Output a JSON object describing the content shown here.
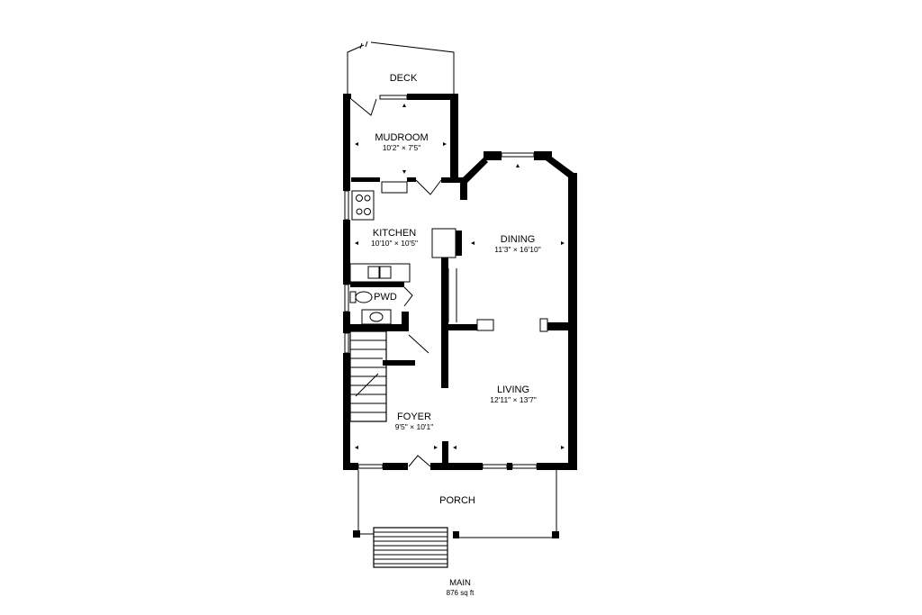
{
  "plan": {
    "rooms": [
      {
        "id": "deck",
        "name": "DECK",
        "dims": ""
      },
      {
        "id": "mudroom",
        "name": "MUDROOM",
        "dims": "10'2\" × 7'5\""
      },
      {
        "id": "kitchen",
        "name": "KITCHEN",
        "dims": "10'10\" × 10'5\""
      },
      {
        "id": "dining",
        "name": "DINING",
        "dims": "11'3\" × 16'10\""
      },
      {
        "id": "pwd",
        "name": "PWD",
        "dims": ""
      },
      {
        "id": "living",
        "name": "LIVING",
        "dims": "12'11\" × 13'7\""
      },
      {
        "id": "foyer",
        "name": "FOYER",
        "dims": "9'5\" × 10'1\""
      },
      {
        "id": "porch",
        "name": "PORCH",
        "dims": ""
      }
    ],
    "floor": {
      "name": "MAIN",
      "area": "876 sq ft"
    }
  }
}
